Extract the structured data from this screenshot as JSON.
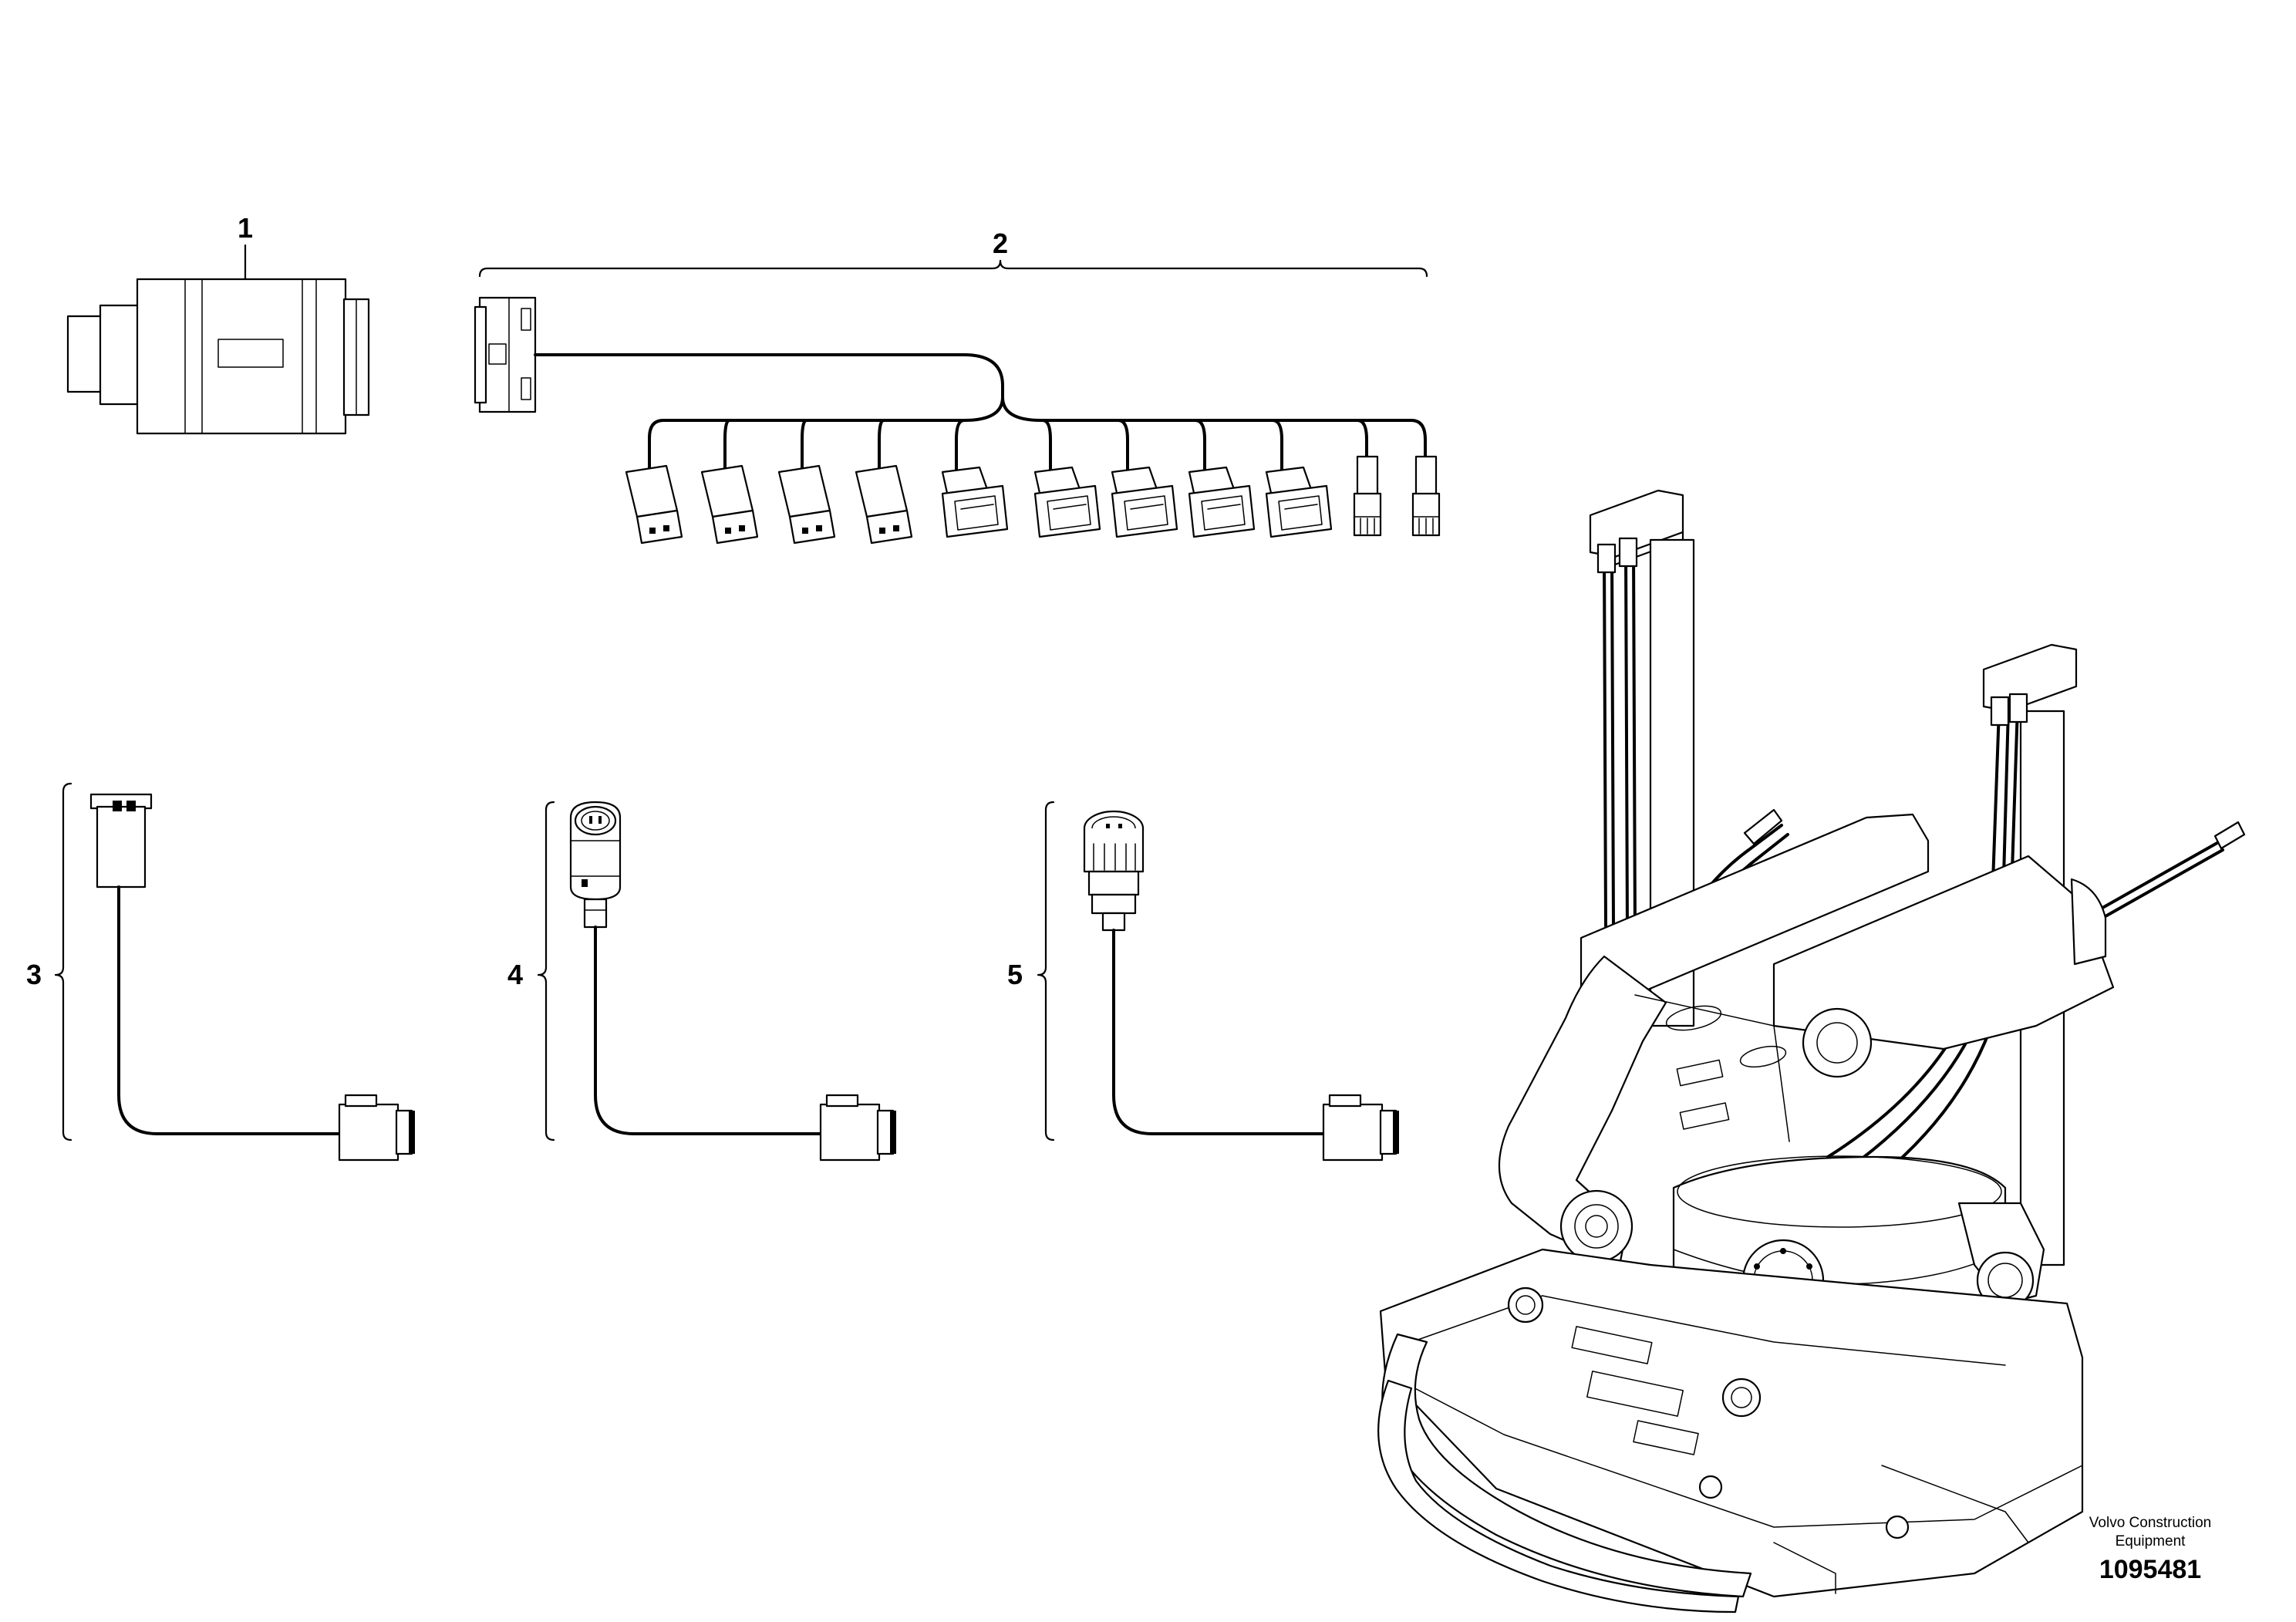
{
  "callouts": [
    {
      "id": "1",
      "label": "1"
    },
    {
      "id": "2",
      "label": "2"
    },
    {
      "id": "3",
      "label": "3"
    },
    {
      "id": "4",
      "label": "4"
    },
    {
      "id": "5",
      "label": "5"
    }
  ],
  "footer": {
    "brand_line1": "Volvo Construction",
    "brand_line2": "Equipment",
    "doc_number": "1095481"
  },
  "icons": [
    "control-module-icon",
    "wiring-harness-icon",
    "sensor-cable-icon",
    "pressure-sensor-cable-icon",
    "round-connector-cable-icon",
    "tiltrotator-assembly-icon"
  ]
}
